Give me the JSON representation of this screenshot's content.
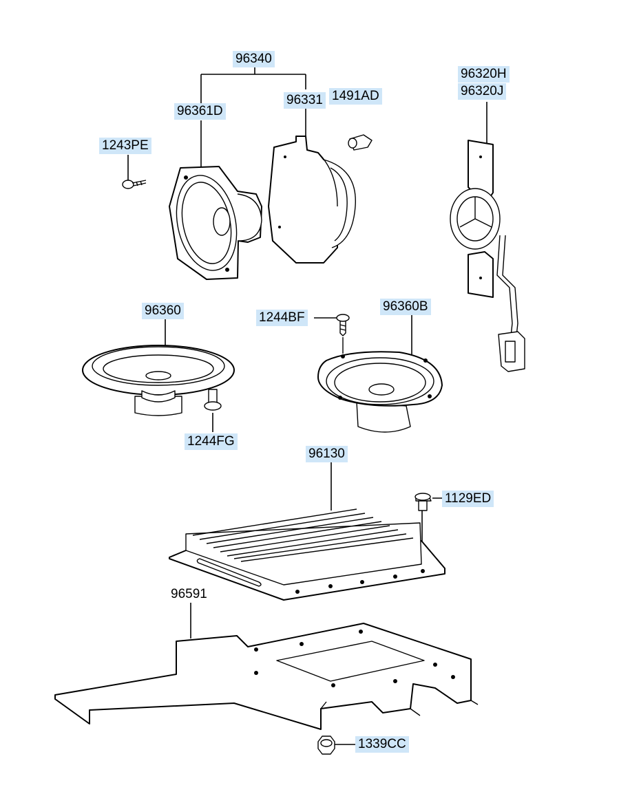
{
  "diagram": {
    "labels": {
      "speaker_assy": "96340",
      "front_speaker": "96361D",
      "speaker_bracket": "96331",
      "bushing": "1491AD",
      "screw_1243pe": "1243PE",
      "tweeter": "96320H",
      "tweeter_alt": "96320J",
      "rear_speaker_left": "96360",
      "screw_1244bf": "1244BF",
      "rear_speaker_right": "96360B",
      "screw_1244fg": "1244FG",
      "amplifier": "96130",
      "bolt_1129ed": "1129ED",
      "amp_bracket": "96591",
      "nut_1339cc": "1339CC"
    },
    "highlight_color": "#cfe6f8"
  }
}
